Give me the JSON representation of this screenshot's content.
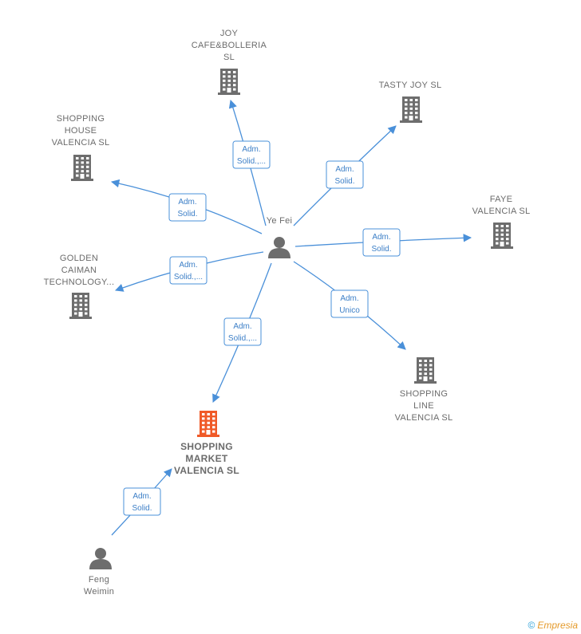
{
  "people": [
    {
      "id": "ye",
      "lines": [
        "Ye Fei"
      ]
    },
    {
      "id": "feng",
      "lines": [
        "Feng",
        "Weimin"
      ]
    }
  ],
  "companies": [
    {
      "id": "joy",
      "lines": [
        "JOY",
        "CAFE&BOLLERIA",
        "SL"
      ],
      "highlight": false
    },
    {
      "id": "tasty",
      "lines": [
        "TASTY JOY  SL"
      ],
      "highlight": false
    },
    {
      "id": "shouse",
      "lines": [
        "SHOPPING",
        "HOUSE",
        "VALENCIA  SL"
      ],
      "highlight": false
    },
    {
      "id": "faye",
      "lines": [
        "FAYE",
        "VALENCIA  SL"
      ],
      "highlight": false
    },
    {
      "id": "golden",
      "lines": [
        "GOLDEN",
        "CAIMAN",
        "TECHNOLOGY..."
      ],
      "highlight": false
    },
    {
      "id": "sline",
      "lines": [
        "SHOPPING",
        "LINE",
        "VALENCIA  SL"
      ],
      "highlight": false
    },
    {
      "id": "smarket",
      "lines": [
        "SHOPPING",
        "MARKET",
        "VALENCIA  SL"
      ],
      "highlight": true
    }
  ],
  "relations": [
    {
      "from": "ye",
      "to": "joy",
      "lines": [
        "Adm.",
        "Solid.,..."
      ]
    },
    {
      "from": "ye",
      "to": "tasty",
      "lines": [
        "Adm.",
        "Solid."
      ]
    },
    {
      "from": "ye",
      "to": "shouse",
      "lines": [
        "Adm.",
        "Solid."
      ]
    },
    {
      "from": "ye",
      "to": "faye",
      "lines": [
        "Adm.",
        "Solid."
      ]
    },
    {
      "from": "ye",
      "to": "golden",
      "lines": [
        "Adm.",
        "Solid.,..."
      ]
    },
    {
      "from": "ye",
      "to": "sline",
      "lines": [
        "Adm.",
        "Unico"
      ]
    },
    {
      "from": "ye",
      "to": "smarket",
      "lines": [
        "Adm.",
        "Solid.,..."
      ]
    },
    {
      "from": "feng",
      "to": "smarket",
      "lines": [
        "Adm.",
        "Solid."
      ]
    }
  ],
  "colors": {
    "edge": "#4a90d9",
    "building": "#6d6d6d",
    "highlight": "#f05a28",
    "person": "#6d6d6d"
  },
  "footer": {
    "copyright": "©",
    "brand": "Empresia"
  }
}
